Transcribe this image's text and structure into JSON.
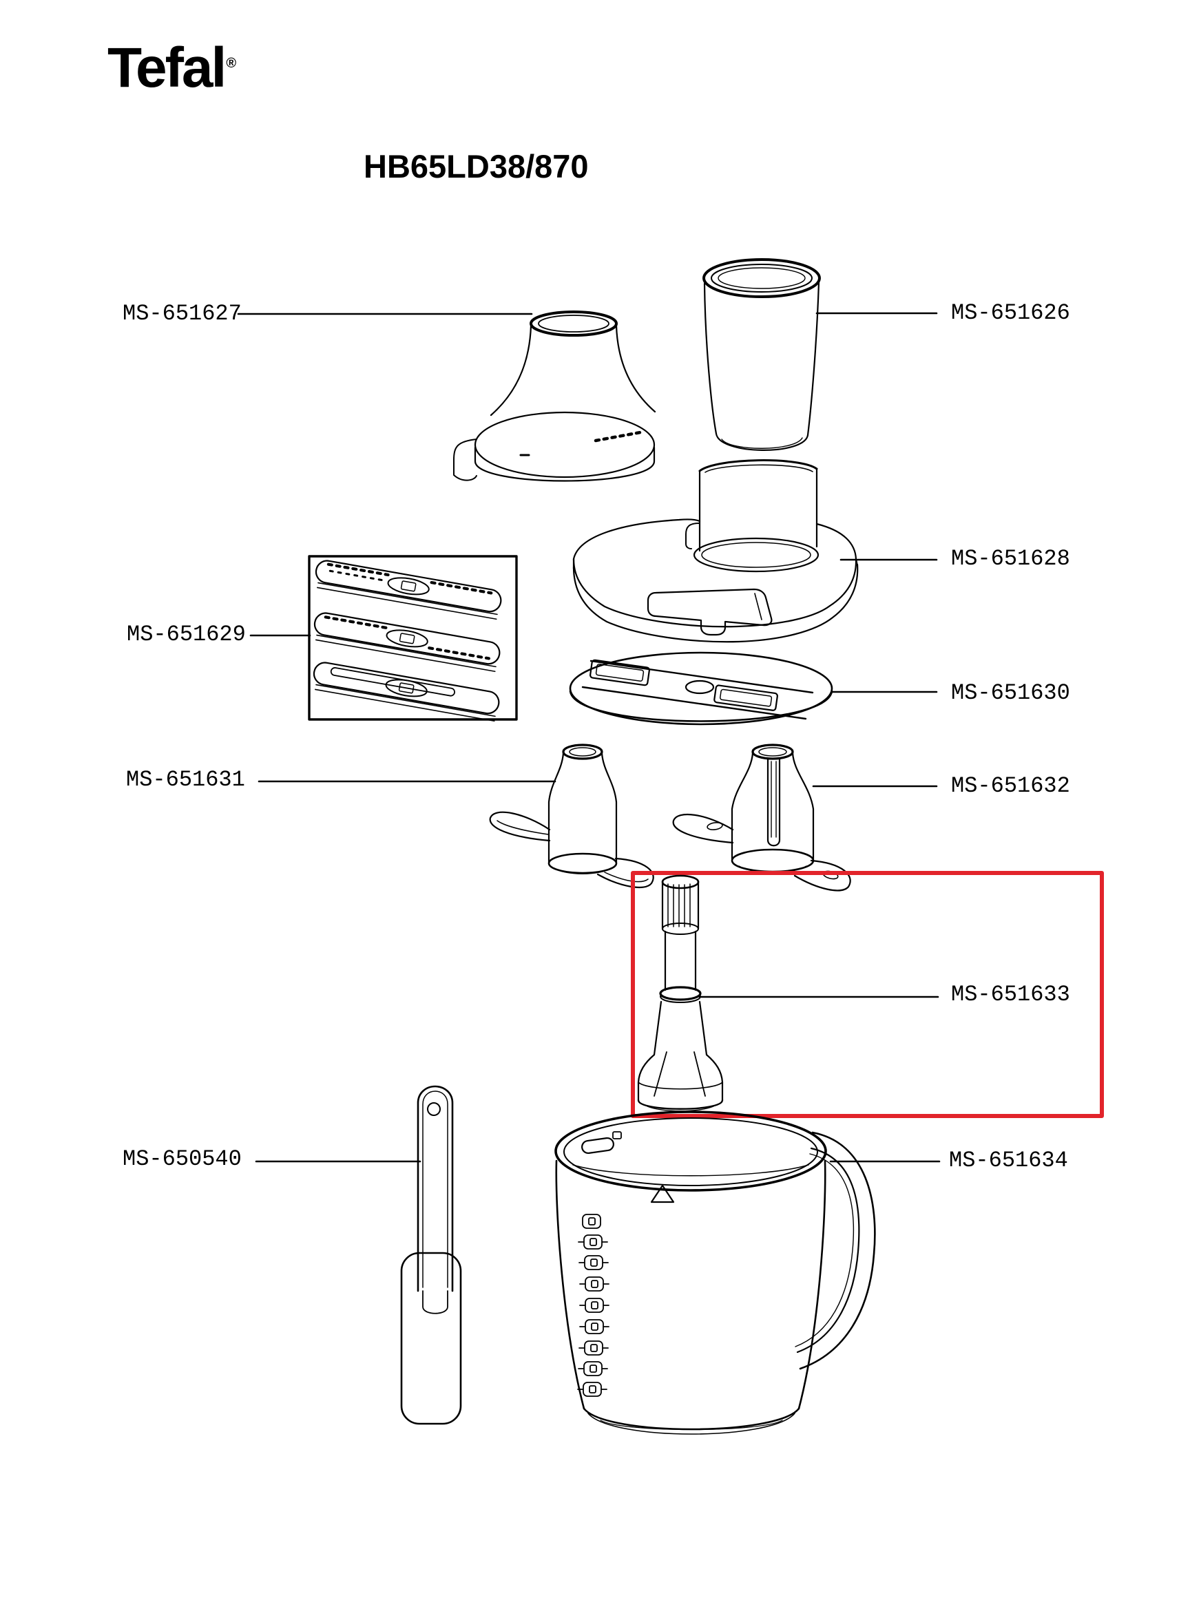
{
  "brand": {
    "logo_text": "Tefal",
    "registered_mark": "®"
  },
  "title": "HB65LD38/870",
  "colors": {
    "highlight_box": "#e2242b",
    "line_art": "#000000",
    "background": "#ffffff"
  },
  "diagram_type": "exploded spare-parts diagram",
  "highlighted_part": "MS-651633",
  "parts": [
    {
      "label": "MS-651627",
      "side": "left",
      "highlighted": false
    },
    {
      "label": "MS-651626",
      "side": "right",
      "highlighted": false
    },
    {
      "label": "MS-651628",
      "side": "right",
      "highlighted": false
    },
    {
      "label": "MS-651629",
      "side": "left",
      "highlighted": false
    },
    {
      "label": "MS-651630",
      "side": "right",
      "highlighted": false
    },
    {
      "label": "MS-651631",
      "side": "left",
      "highlighted": false
    },
    {
      "label": "MS-651632",
      "side": "right",
      "highlighted": false
    },
    {
      "label": "MS-651633",
      "side": "right",
      "highlighted": true
    },
    {
      "label": "MS-650540",
      "side": "left",
      "highlighted": false
    },
    {
      "label": "MS-651634",
      "side": "right",
      "highlighted": false
    }
  ]
}
